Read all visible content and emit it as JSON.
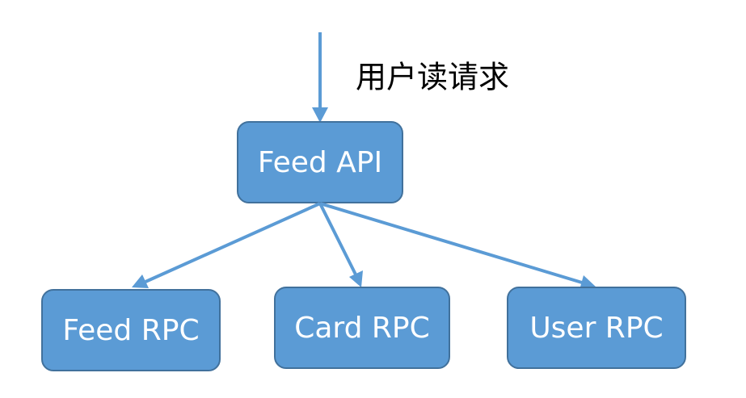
{
  "request_label": "用户读请求",
  "nodes": {
    "api": {
      "label": "Feed API"
    },
    "feed_rpc": {
      "label": "Feed RPC"
    },
    "card_rpc": {
      "label": "Card RPC"
    },
    "user_rpc": {
      "label": "User RPC"
    }
  },
  "colors": {
    "node_fill": "#5b9bd5",
    "node_stroke": "#41719c",
    "edge": "#5b9bd5"
  }
}
